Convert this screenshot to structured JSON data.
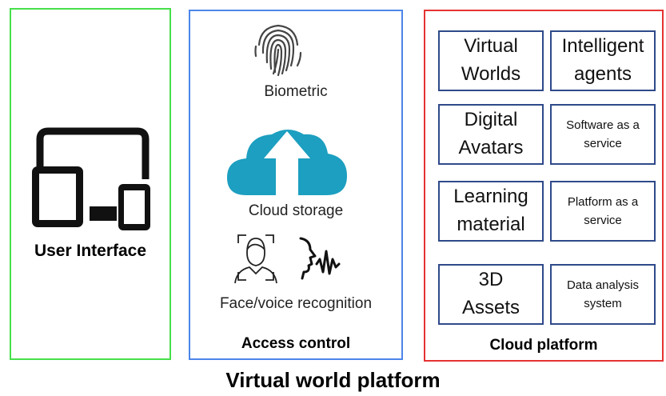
{
  "user_interface": {
    "label": "User Interface",
    "icon": "devices-icon",
    "border_color": "#46e04a"
  },
  "access_control": {
    "title": "Access control",
    "border_color": "#4c85ea",
    "items": [
      {
        "label": "Biometric",
        "icon": "fingerprint-icon"
      },
      {
        "label": "Cloud storage",
        "icon": "cloud-upload-icon"
      },
      {
        "label": "Face/voice recognition",
        "icon": "face-voice-icon"
      }
    ]
  },
  "cloud_platform": {
    "title": "Cloud platform",
    "border_color": "#e53232",
    "cells": [
      {
        "lines": [
          "Virtual",
          "Worlds"
        ]
      },
      {
        "lines": [
          "Intelligent",
          "agents"
        ]
      },
      {
        "lines": [
          "Digital",
          "Avatars"
        ]
      },
      {
        "lines": [
          "Software as a",
          "service"
        ]
      },
      {
        "lines": [
          "Learning",
          "material"
        ]
      },
      {
        "lines": [
          "Platform as a",
          "service"
        ]
      },
      {
        "lines": [
          "3D",
          "Assets"
        ]
      },
      {
        "lines": [
          "Data analysis",
          "system"
        ]
      }
    ]
  },
  "footer_title": "Virtual world platform",
  "colors": {
    "cloud_fill": "#1c9fc0",
    "cell_border": "#2f4a8a"
  }
}
